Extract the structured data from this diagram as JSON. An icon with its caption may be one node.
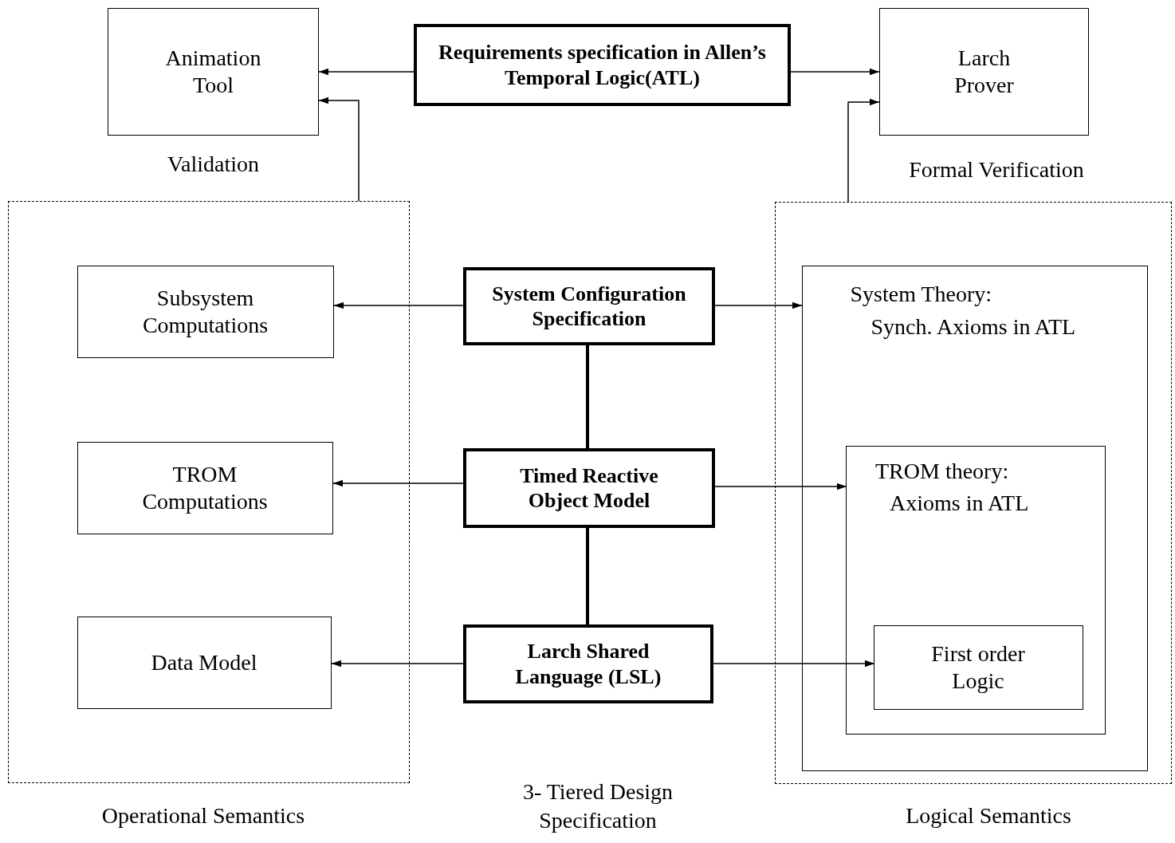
{
  "diagram": {
    "nodes": [
      {
        "text": [
          "Animation Tool"
        ],
        "beside": [
          "Validation"
        ]
      },
      {
        "text": [
          "Requirements specification in Allen’s Temporal Logic(ATL)"
        ]
      },
      {
        "text": [
          "Larch Prover"
        ],
        "beside": [
          "Formal Verification"
        ]
      },
      {
        "text": [],
        "shape": "box",
        "beside": [
          "Operational Semantics"
        ]
      },
      {
        "text": [
          "Subsystem Computations"
        ],
        "in": 3
      },
      {
        "text": [
          "TROM Computations"
        ],
        "in": 3
      },
      {
        "text": [
          "Data Model"
        ],
        "in": 3
      },
      {
        "text": [
          "System Configuration Specification"
        ]
      },
      {
        "text": [
          "Timed Reactive Object Model"
        ]
      },
      {
        "text": [
          "Larch Shared Language (LSL)"
        ]
      },
      {
        "text": [],
        "shape": "box",
        "beside": [
          "Logical Semantics"
        ]
      },
      {
        "text": [
          "System Theory:",
          "Synch. Axioms in ATL"
        ],
        "in": 10
      },
      {
        "text": [
          "TROM theory:",
          "Axioms in ATL"
        ],
        "in": 11
      },
      {
        "text": [
          "First order Logic"
        ],
        "in": 12
      }
    ],
    "edges": [
      {
        "from": 1,
        "to": 0,
        "arrow": "to"
      },
      {
        "from": 1,
        "to": 2,
        "arrow": "to"
      },
      {
        "from": 3,
        "to": 0,
        "arrow": "to"
      },
      {
        "from": 10,
        "to": 2,
        "arrow": "to"
      },
      {
        "from": 7,
        "to": 4,
        "arrow": "to"
      },
      {
        "from": 7,
        "to": 11,
        "arrow": "to"
      },
      {
        "from": 7,
        "to": 8,
        "arrow": "none",
        "style": "thick"
      },
      {
        "from": 8,
        "to": 5,
        "arrow": "to"
      },
      {
        "from": 8,
        "to": 12,
        "arrow": "to"
      },
      {
        "from": 8,
        "to": 9,
        "arrow": "none",
        "style": "thick"
      },
      {
        "from": 9,
        "to": 6,
        "arrow": "to"
      },
      {
        "from": 9,
        "to": 13,
        "arrow": "to"
      }
    ],
    "labels": [
      "3- Tiered Design Specification"
    ]
  }
}
